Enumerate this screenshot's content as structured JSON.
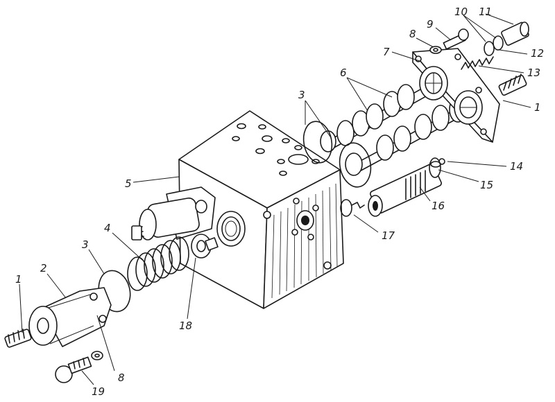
{
  "callouts": [
    {
      "id": "c1a",
      "text": "1"
    },
    {
      "id": "c1b",
      "text": "1"
    },
    {
      "id": "c2",
      "text": "2"
    },
    {
      "id": "c3a",
      "text": "3"
    },
    {
      "id": "c3b",
      "text": "3"
    },
    {
      "id": "c4",
      "text": "4"
    },
    {
      "id": "c5",
      "text": "5"
    },
    {
      "id": "c6",
      "text": "6"
    },
    {
      "id": "c7",
      "text": "7"
    },
    {
      "id": "c8a",
      "text": "8"
    },
    {
      "id": "c8b",
      "text": "8"
    },
    {
      "id": "c9",
      "text": "9"
    },
    {
      "id": "c10",
      "text": "10"
    },
    {
      "id": "c11",
      "text": "11"
    },
    {
      "id": "c12",
      "text": "12"
    },
    {
      "id": "c13",
      "text": "13"
    },
    {
      "id": "c14",
      "text": "14"
    },
    {
      "id": "c15",
      "text": "15"
    },
    {
      "id": "c16",
      "text": "16"
    },
    {
      "id": "c17",
      "text": "17"
    },
    {
      "id": "c18",
      "text": "18"
    },
    {
      "id": "c19",
      "text": "19"
    }
  ]
}
